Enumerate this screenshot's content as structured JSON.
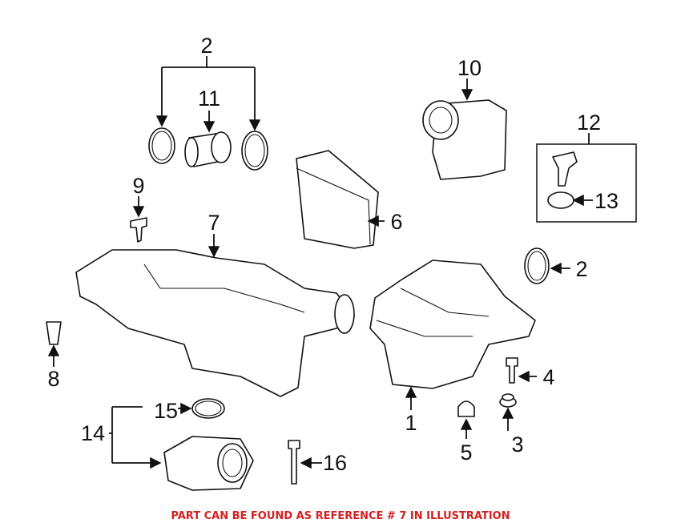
{
  "diagram": {
    "callouts": {
      "c2a": "2",
      "c11": "11",
      "c10": "10",
      "c12": "12",
      "c13": "13",
      "c9": "9",
      "c7": "7",
      "c6": "6",
      "c2b": "2",
      "c8": "8",
      "c4": "4",
      "c1": "1",
      "c5": "5",
      "c3": "3",
      "c15": "15",
      "c14": "14",
      "c16": "16"
    }
  },
  "footer": {
    "text": "PART CAN BE FOUND AS REFERENCE # 7 IN ILLUSTRATION",
    "color": "#d42020"
  }
}
